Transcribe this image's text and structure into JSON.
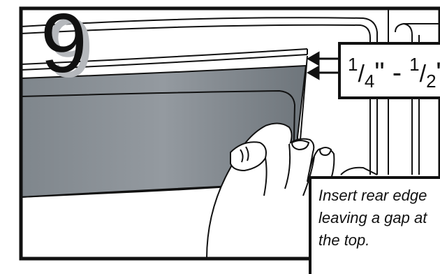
{
  "step": {
    "number": "9"
  },
  "measurement": {
    "min_numerator": "1",
    "min_denominator": "4",
    "separator": "\" - ",
    "max_numerator": "1",
    "max_denominator": "2",
    "unit_mark": "\"",
    "slash": "/"
  },
  "caption": {
    "line1": "Insert rear edge",
    "line2": "leaving a gap at",
    "line3": "the top."
  },
  "colors": {
    "panel_fill": "#8a9197",
    "number_shadow": "#b5b8bc",
    "outline": "#111111"
  },
  "icons": {
    "arrows": "arrow-left-icon"
  }
}
